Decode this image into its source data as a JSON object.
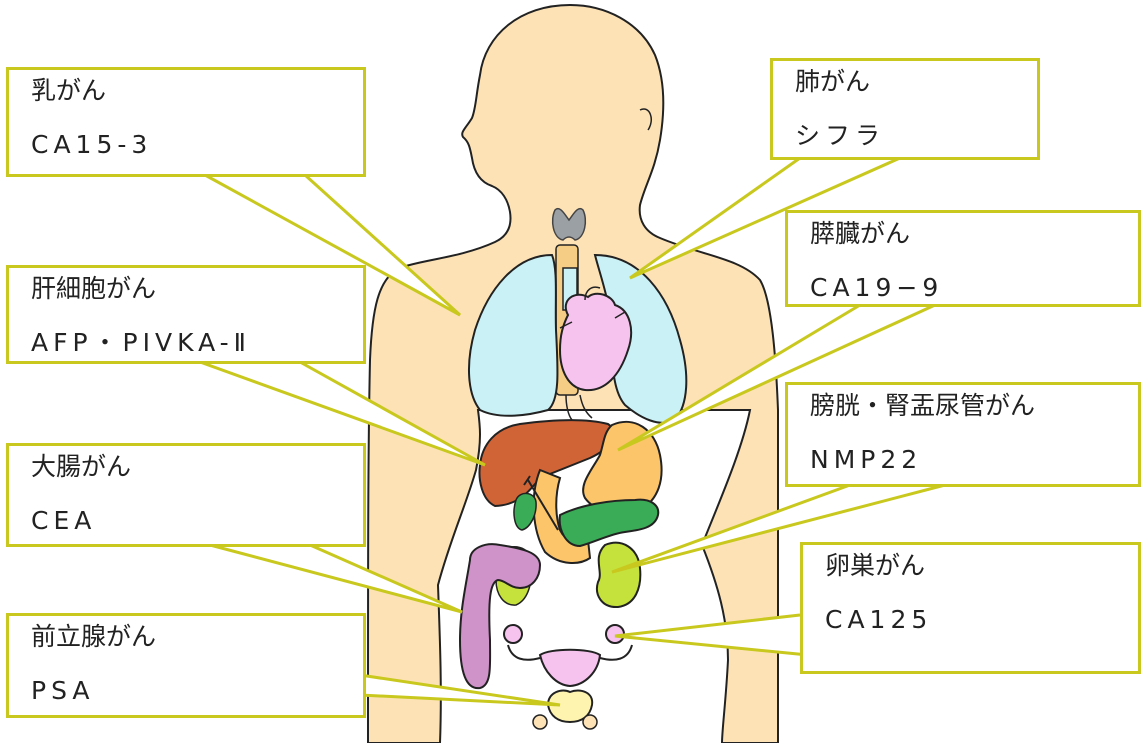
{
  "colors": {
    "skin": "#fde2b6",
    "outline": "#222222",
    "callout_border": "#c8c81e",
    "lung": "#c9f1f6",
    "heart": "#f6c2ee",
    "liver": "#d06437",
    "stomach": "#fcc56a",
    "pancreas": "#3aab56",
    "intestine": "#cf92c9",
    "kidney": "#c5e13c",
    "trachea": "#f6cd84"
  },
  "labels": {
    "breast": {
      "name": "乳がん",
      "marker": "CA15-3"
    },
    "lung": {
      "name": "肺がん",
      "marker": "シフラ"
    },
    "pancreas": {
      "name": "膵臓がん",
      "marker": "CA19−9"
    },
    "liver": {
      "name": "肝細胞がん",
      "marker": "AFP・PIVKA-Ⅱ"
    },
    "bladder": {
      "name": "膀胱・腎盂尿管がん",
      "marker": "NMP22"
    },
    "colon": {
      "name": "大腸がん",
      "marker": "CEA"
    },
    "ovary": {
      "name": "卵巣がん",
      "marker": "CA125"
    },
    "prostate": {
      "name": "前立腺がん",
      "marker": "PSA"
    }
  }
}
